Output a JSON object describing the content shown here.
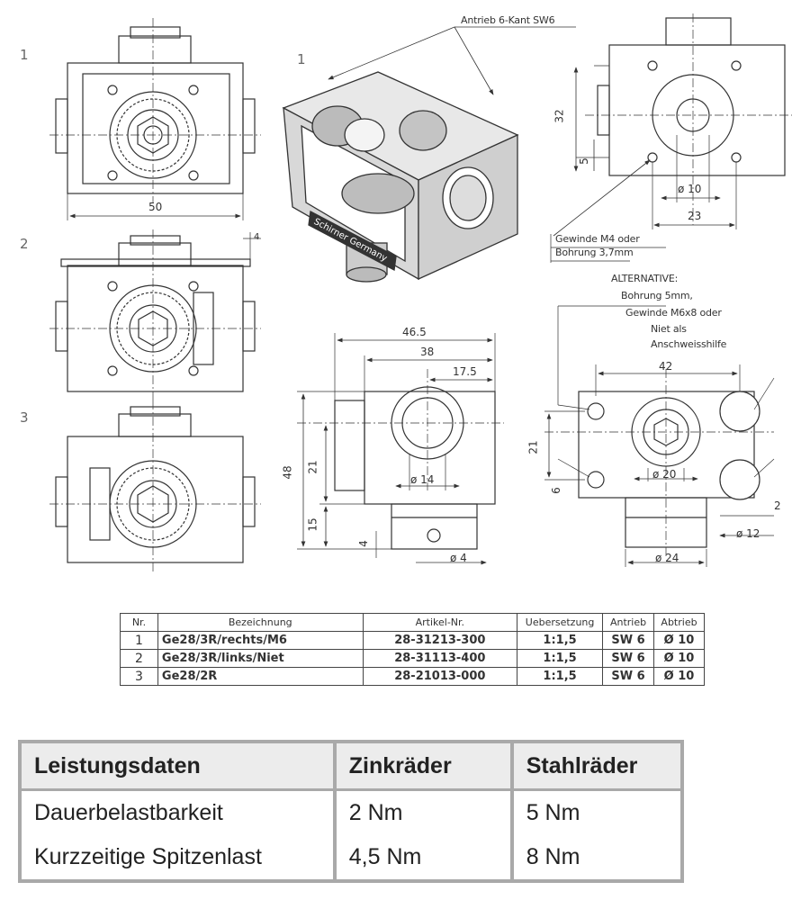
{
  "drawing": {
    "labels": {
      "variant_1_left": "1",
      "variant_2": "2",
      "variant_3": "3",
      "variant_1_iso": "1",
      "dim_width_50": "50",
      "dim_offset_4": "4",
      "antrieb_note": "Antrieb 6-Kant SW6",
      "brand_plate": "Schirner Germany",
      "dim_32": "32",
      "dim_5": "5",
      "dim_d10": "ø 10",
      "dim_23": "23",
      "gewinde_note_1": "Gewinde  M4 oder",
      "gewinde_note_2": "Bohrung 3,7mm",
      "alt_1": "ALTERNATIVE:",
      "alt_2": "Bohrung 5mm,",
      "alt_3": "Gewinde  M6x8 oder",
      "alt_4": "Niet als",
      "alt_5": "Anschweisshilfe",
      "dim_46_5": "46.5",
      "dim_38": "38",
      "dim_17_5": "17.5",
      "dim_48": "48",
      "dim_21_mid": "21",
      "dim_15": "15",
      "dim_4_small": "4",
      "dim_d14": "ø 14",
      "dim_d4": "ø 4",
      "dim_42": "42",
      "dim_21_right": "21",
      "dim_6": "6",
      "dim_d20": "ø 20",
      "dim_2": "2",
      "dim_d12": "ø 12",
      "dim_d24": "ø 24"
    }
  },
  "parts_table": {
    "headers": [
      "Nr.",
      "Bezeichnung",
      "Artikel-Nr.",
      "Uebersetzung",
      "Antrieb",
      "Abtrieb"
    ],
    "rows": [
      {
        "nr": "1",
        "bezeichnung": "Ge28/3R/rechts/M6",
        "artikel": "28-31213-300",
        "uebersetzung": "1:1,5",
        "antrieb": "SW 6",
        "abtrieb": "Ø 10"
      },
      {
        "nr": "2",
        "bezeichnung": "Ge28/3R/links/Niet",
        "artikel": "28-31113-400",
        "uebersetzung": "1:1,5",
        "antrieb": "SW 6",
        "abtrieb": "Ø 10"
      },
      {
        "nr": "3",
        "bezeichnung": "Ge28/2R",
        "artikel": "28-21013-000",
        "uebersetzung": "1:1,5",
        "antrieb": "SW 6",
        "abtrieb": "Ø 10"
      }
    ]
  },
  "performance_table": {
    "headers": [
      "Leistungsdaten",
      "Zinkräder",
      "Stahlräder"
    ],
    "rows": [
      {
        "label": "Dauerbelastbarkeit",
        "zink": "2 Nm",
        "stahl": "5 Nm"
      },
      {
        "label": "Kurzzeitige Spitzenlast",
        "zink": "4,5 Nm",
        "stahl": "8 Nm"
      }
    ]
  }
}
